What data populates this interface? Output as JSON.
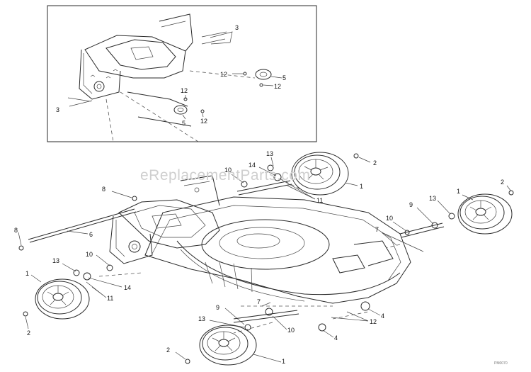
{
  "watermark": "eReplacementParts.com",
  "figure_code": "PM0070",
  "callouts": {
    "inset": [
      "3",
      "3",
      "12",
      "5",
      "12",
      "12",
      "5",
      "12"
    ],
    "main": [
      "10",
      "13",
      "14",
      "11",
      "1",
      "2",
      "8",
      "2",
      "13",
      "9",
      "1",
      "10",
      "7",
      "8",
      "6",
      "10",
      "13",
      "1",
      "14",
      "11",
      "4",
      "7",
      "12",
      "9",
      "13",
      "10",
      "4",
      "2",
      "2",
      "1"
    ]
  }
}
